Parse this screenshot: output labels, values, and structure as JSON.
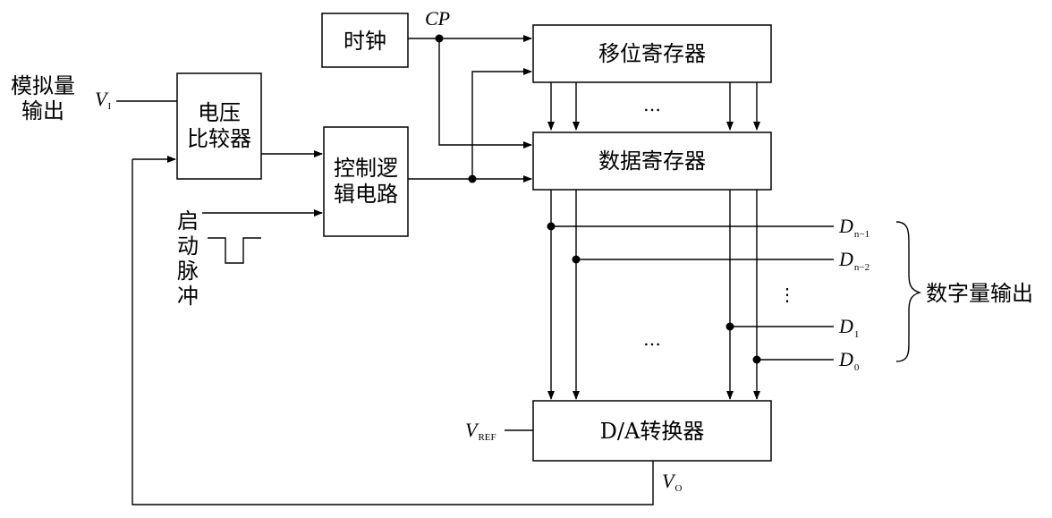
{
  "blocks": {
    "clock": "时钟",
    "shift_register": "移位寄存器",
    "data_register": "数据寄存器",
    "comparator_line1": "电压",
    "comparator_line2": "比较器",
    "control_line1": "控制逻",
    "control_line2": "辑电路",
    "dac": "D/A转换器"
  },
  "signals": {
    "cp": "CP",
    "analog_line1": "模拟量",
    "analog_line2": "输出",
    "vi_main": "V",
    "vi_sub": "I",
    "start_chars": [
      "启",
      "动",
      "脉",
      "冲"
    ],
    "vref_main": "V",
    "vref_sub": "REF",
    "vo_main": "V",
    "vo_sub": "O",
    "digital_output": "数字量输出"
  },
  "outputs": [
    {
      "main": "D",
      "sub": "n−1"
    },
    {
      "main": "D",
      "sub": "n−2"
    },
    {
      "main": "D",
      "sub": "1"
    },
    {
      "main": "D",
      "sub": "0"
    }
  ],
  "ellipsis": {
    "upper": "…",
    "lower": "…",
    "vertical": "⋮"
  }
}
